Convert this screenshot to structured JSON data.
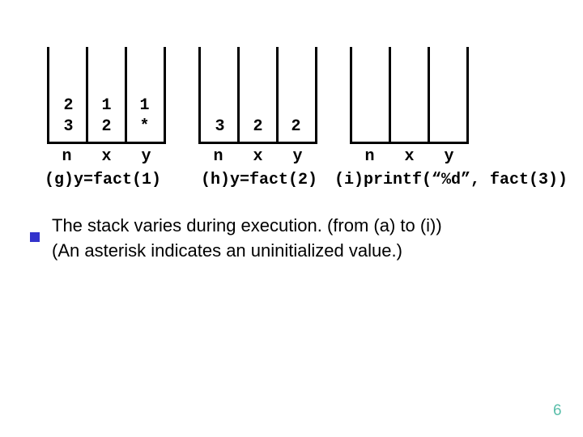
{
  "slide": {
    "page_number": "6",
    "bullet_text": {
      "line1": "The stack varies during execution. (from (a) to (i))",
      "line2": "(An asterisk indicates an uninitialized value.)"
    },
    "stacks": [
      {
        "caption": "(g)y=fact(1)",
        "columns": [
          "n",
          "x",
          "y"
        ],
        "rows": [
          [
            "2",
            "1",
            "1"
          ],
          [
            "3",
            "2",
            "*"
          ]
        ]
      },
      {
        "caption": "(h)y=fact(2)",
        "columns": [
          "n",
          "x",
          "y"
        ],
        "rows": [
          [
            "3",
            "2",
            "2"
          ]
        ]
      },
      {
        "caption": "(i)printf(“%d”, fact(3))",
        "columns": [
          "n",
          "x",
          "y"
        ],
        "rows": []
      }
    ],
    "colors": {
      "bullet_marker": "#3333cc",
      "page_number": "#5abeaa",
      "diagram_lines": "#000000",
      "text": "#000000",
      "background": "#ffffff"
    }
  }
}
